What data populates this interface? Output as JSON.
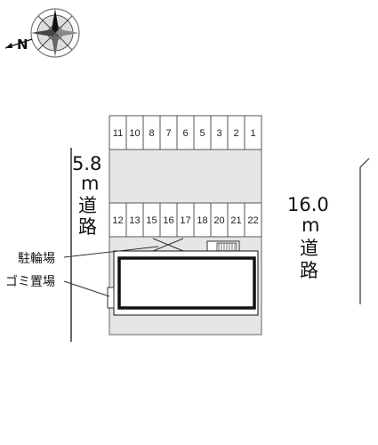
{
  "compass": {
    "north_label": "N",
    "icon": "compass-rose-icon"
  },
  "roads": {
    "west": {
      "width": "5.8",
      "unit": "m",
      "name": "道路",
      "chars": [
        "道",
        "路"
      ]
    },
    "east": {
      "width": "16.0",
      "unit": "m",
      "name": "道路",
      "chars": [
        "道",
        "路"
      ]
    }
  },
  "parking": {
    "top_row": [
      "11",
      "10",
      "8",
      "7",
      "6",
      "5",
      "3",
      "2",
      "1"
    ],
    "bottom_row": [
      "12",
      "13",
      "15",
      "16",
      "17",
      "18",
      "20",
      "21",
      "22"
    ]
  },
  "labels": {
    "bicycle_parking": "駐輪場",
    "garbage_area": "ゴミ置場"
  },
  "colors": {
    "lot_fill": "#e6e6e6",
    "line": "#333333",
    "building": "#111111"
  }
}
